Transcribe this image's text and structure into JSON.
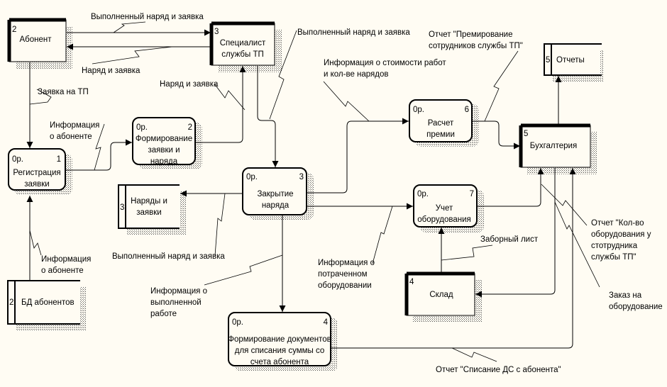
{
  "diagram": {
    "type": "Data Flow Diagram (IDEF0/DFD style)",
    "external_entities": [
      {
        "id": "abonent",
        "number": "2",
        "name": "Абонент"
      },
      {
        "id": "specialist",
        "number": "3",
        "name_lines": [
          "Специалист",
          "службы ТП"
        ]
      },
      {
        "id": "buh",
        "number": "5",
        "name": "Бухгалтерия"
      },
      {
        "id": "sklad",
        "number": "4",
        "name": "Склад"
      }
    ],
    "processes": [
      {
        "id": "p1",
        "cost": "0р.",
        "number": "1",
        "name_lines": [
          "Регистрация",
          "заявки"
        ]
      },
      {
        "id": "p2",
        "cost": "0р.",
        "number": "2",
        "name_lines": [
          "Формирование",
          "заявки и",
          "наряда"
        ]
      },
      {
        "id": "p3",
        "cost": "0р.",
        "number": "3",
        "name_lines": [
          "Закрытие",
          "наряда"
        ]
      },
      {
        "id": "p4",
        "cost": "0р.",
        "number": "4",
        "name_lines": [
          "Формирование документов",
          "для списания суммы со",
          "счета абонента"
        ]
      },
      {
        "id": "p6",
        "cost": "0р.",
        "number": "6",
        "name_lines": [
          "Расчет",
          "премии"
        ]
      },
      {
        "id": "p7",
        "cost": "0р.",
        "number": "7",
        "name_lines": [
          "Учет",
          "оборудования"
        ]
      }
    ],
    "data_stores": [
      {
        "id": "ds5",
        "number": "5",
        "name_lines": [
          "Отчеты"
        ]
      },
      {
        "id": "ds3",
        "number": "3",
        "name_lines": [
          "Наряды и",
          "заявки"
        ]
      },
      {
        "id": "ds2",
        "number": "2",
        "name_lines": [
          "БД абонентов"
        ]
      }
    ],
    "flow_labels": {
      "f1": [
        "Выполненный наряд и заявка"
      ],
      "f2": [
        "Наряд и заявка"
      ],
      "f3": [
        "Выполненный наряд и заявка"
      ],
      "f4": [
        "Наряд и заявка"
      ],
      "f5": [
        "Заявка на ТП"
      ],
      "f6": [
        "Информация",
        "о абоненте"
      ],
      "f7": [
        "Информация о стоимости работ",
        "и кол-ве нарядов"
      ],
      "f8": [
        "Отчет \"Премирование",
        "сотрудников службы ТП\""
      ],
      "f9": [
        "Выполненный наряд и заявка"
      ],
      "f10": [
        "Информация",
        "о абоненте"
      ],
      "f11": [
        "Информация о",
        "выполненной",
        "работе"
      ],
      "f12": [
        "Информация о",
        "потраченном",
        "оборудовании"
      ],
      "f13": [
        "Заборный лист"
      ],
      "f14": [
        "Отчет \"Кол-во",
        "оборудования у",
        "стотрудника",
        "службы ТП\""
      ],
      "f15": [
        "Заказ на",
        "оборудование"
      ],
      "f16": [
        "Отчет \"Списание ДС с абонента\""
      ]
    }
  }
}
